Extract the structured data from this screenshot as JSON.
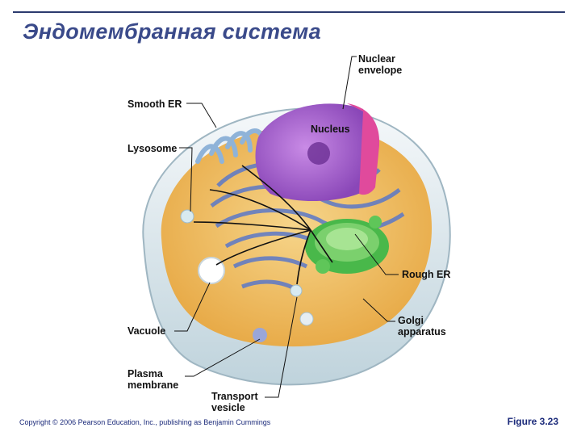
{
  "title": "Эндомембранная система",
  "labels": {
    "nuclear_envelope": "Nuclear\nenvelope",
    "smooth_er": "Smooth ER",
    "nucleus": "Nucleus",
    "lysosome": "Lysosome",
    "rough_er": "Rough ER",
    "vacuole": "Vacuole",
    "golgi": "Golgi\napparatus",
    "plasma_membrane": "Plasma\nmembrane",
    "transport_vesicle": "Transport\nvesicle"
  },
  "footer": {
    "copyright": "Copyright © 2006 Pearson Education, Inc., publishing as Benjamin Cummings",
    "figure": "Figure 3.23"
  },
  "colors": {
    "title": "#3a4a8a",
    "rule": "#2c3b6e",
    "cytoplasm": "#f3c26a",
    "er": "#6a86d4",
    "nucleus": "#b26fd8",
    "envelope": "#e04a9c",
    "golgi": "#49b84a",
    "membrane": "#dfe9ee"
  }
}
